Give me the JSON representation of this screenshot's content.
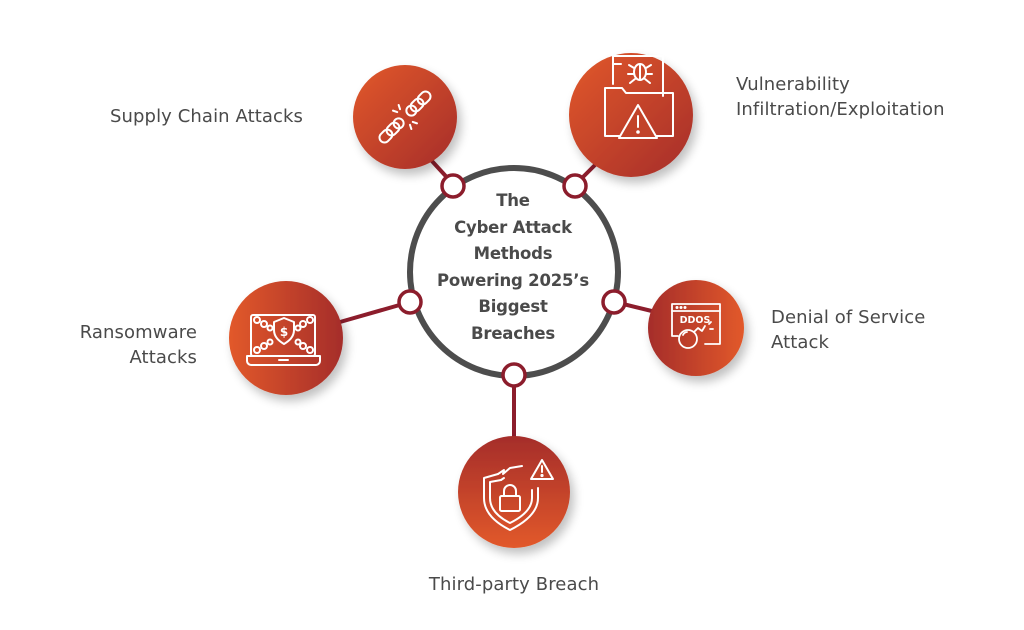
{
  "title": {
    "lines": [
      "The",
      "Cyber Attack",
      "Methods",
      "Powering 2025’s",
      "Biggest",
      "Breaches"
    ]
  },
  "colors": {
    "node_gradient_light": "#e2592a",
    "node_gradient_dark": "#a52d2b",
    "connector": "#8c1d2c",
    "hub_ring": "#4d4d4d",
    "text": "#4a4a4a",
    "icon_stroke": "#ffffff"
  },
  "nodes": [
    {
      "id": "supply-chain",
      "label_lines": [
        "Supply Chain Attacks"
      ],
      "icon": "broken-chain-icon"
    },
    {
      "id": "vulnerability",
      "label_lines": [
        "Vulnerability",
        "Infiltration/Exploitation"
      ],
      "icon": "bug-folder-warning-icon"
    },
    {
      "id": "dos",
      "label_lines": [
        "Denial of Service",
        "Attack"
      ],
      "icon": "ddos-bomb-icon",
      "icon_text": "DDOS"
    },
    {
      "id": "third-party",
      "label_lines": [
        "Third-party Breach"
      ],
      "icon": "broken-shield-lock-icon"
    },
    {
      "id": "ransomware",
      "label_lines": [
        "Ransomware",
        "Attacks"
      ],
      "icon": "chained-laptop-icon",
      "icon_text": "$"
    }
  ]
}
